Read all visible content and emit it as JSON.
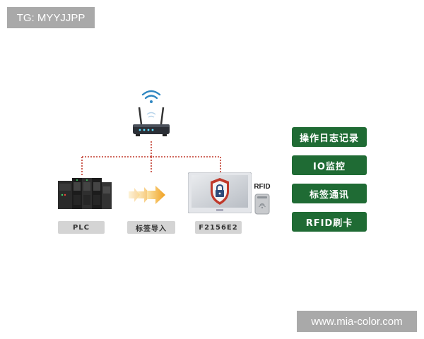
{
  "watermarks": {
    "top_left": "TG: MYYJJPP",
    "bottom_right": "www.mia-color.com"
  },
  "devices": {
    "plc_label": "PLC",
    "import_label": "标签导入",
    "panel_label": "F2156E2",
    "rfid_label": "RFID"
  },
  "features": [
    {
      "label": "操作日志记录"
    },
    {
      "label": "IO监控"
    },
    {
      "label": "标签通讯"
    },
    {
      "label": "RFID刷卡"
    }
  ],
  "colors": {
    "feature_bg": "#1f6b34",
    "connector": "#c0392b",
    "arrow": "#f0a020",
    "wifi": "#2e86c1",
    "shield": "#c0392b"
  },
  "icons": [
    "wifi-icon",
    "router-icon",
    "plc-icon",
    "arrow-icon",
    "touch-panel-icon",
    "shield-lock-icon",
    "rfid-reader-icon"
  ]
}
